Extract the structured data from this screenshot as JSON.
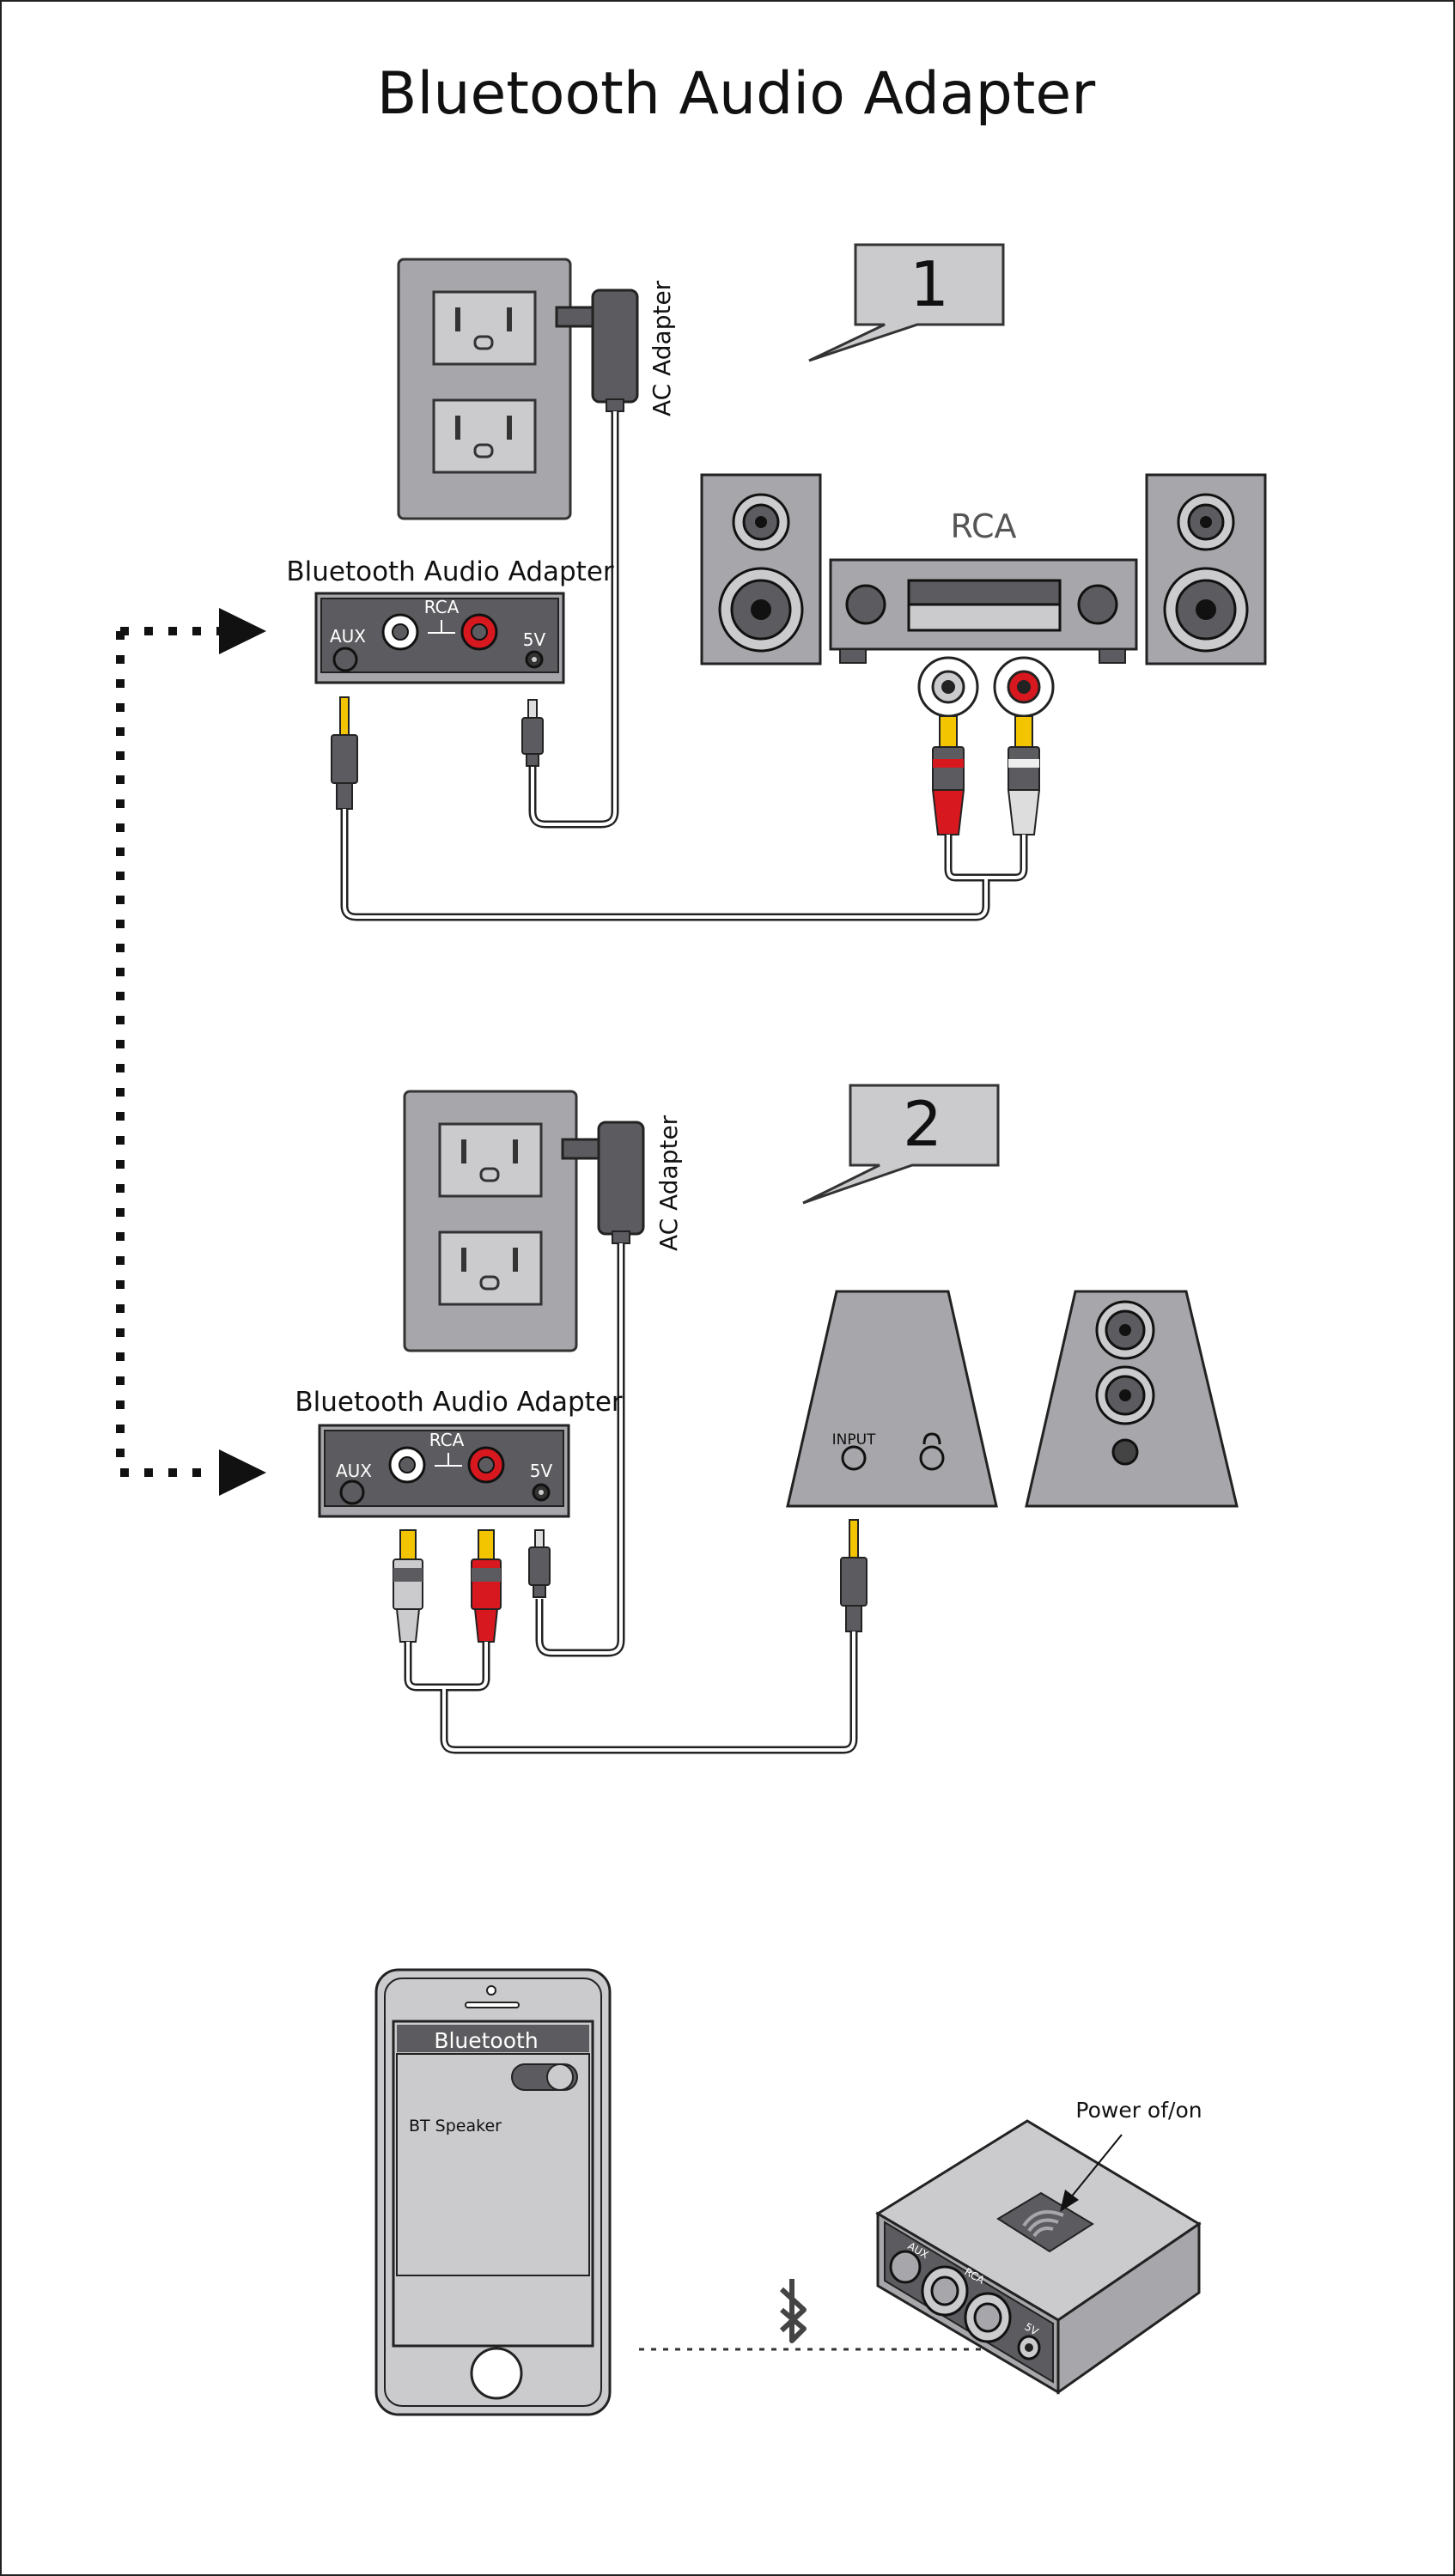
{
  "title": "Bluetooth Audio Adapter",
  "colors": {
    "device_dark": "#5c5c60",
    "panel_gray": "#a7a7ab",
    "light_gray": "#cbcacd",
    "red": "#d7181f",
    "yellow": "#f2c500",
    "outline": "#222222"
  },
  "icons": [
    "wall-outlet-icon",
    "ac-adapter-icon",
    "speaker-icon",
    "amplifier-icon",
    "phone-icon",
    "bluetooth-icon",
    "wifi-icon",
    "arrow-icon"
  ],
  "step1": {
    "callout": "1",
    "ac_label": "AC Adapter",
    "adapter_label": "Bluetooth Audio Adapter",
    "aux": "AUX",
    "rca": "RCA",
    "fivev": "5V",
    "stereo_label": "RCA"
  },
  "step2": {
    "callout": "2",
    "ac_label": "AC Adapter",
    "adapter_label": "Bluetooth Audio Adapter",
    "aux": "AUX",
    "rca": "RCA",
    "fivev": "5V",
    "input_label": "INPUT"
  },
  "step3": {
    "phone_header": "Bluetooth",
    "device_name": "BT Speaker",
    "power_label": "Power of/on",
    "box_aux": "AUX",
    "box_rca": "RCA",
    "box_5v": "5V"
  }
}
